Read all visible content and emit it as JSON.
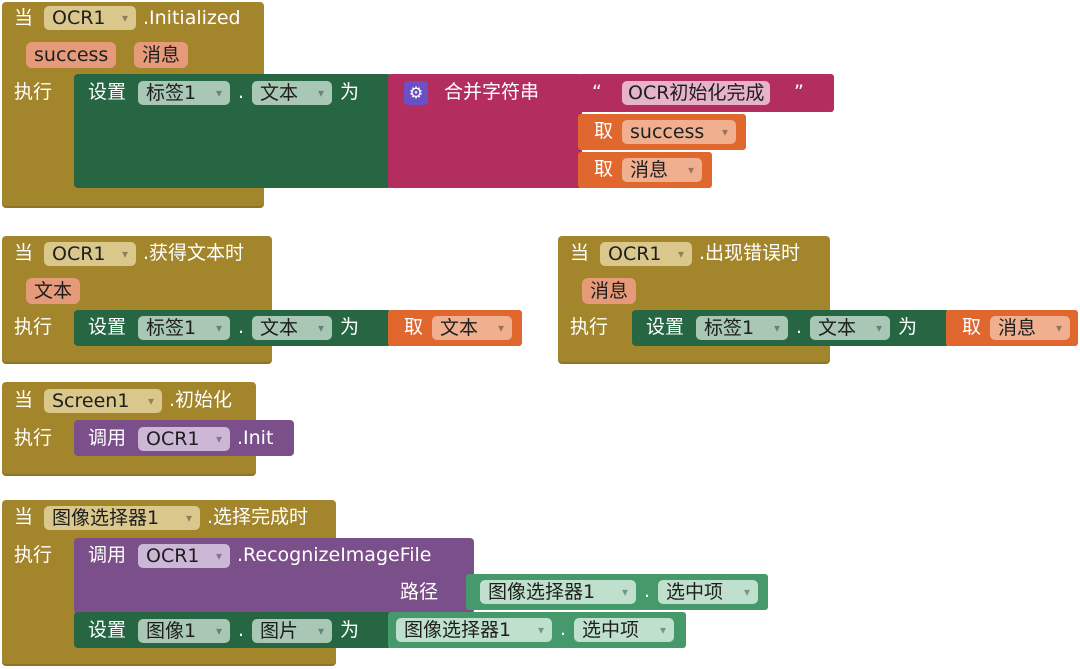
{
  "when_label": "当",
  "do_label": "执行",
  "set_label": "设置",
  "to_label": "为",
  "get_label": "取",
  "call_label": "调用",
  "dot": ".",
  "event1": {
    "component": "OCR1",
    "event": ".Initialized",
    "params": [
      "success",
      "消息"
    ],
    "set_component": "标签1",
    "set_property": "文本",
    "join_label": "合并字符串",
    "string_open_quote": "“",
    "string_close_quote": "”",
    "string_value": "OCR初始化完成",
    "get1": "success",
    "get2": "消息"
  },
  "event2": {
    "component": "OCR1",
    "event": ".获得文本时",
    "param": "文本",
    "set_component": "标签1",
    "set_property": "文本",
    "get": "文本"
  },
  "event3": {
    "component": "OCR1",
    "event": ".出现错误时",
    "param": "消息",
    "set_component": "标签1",
    "set_property": "文本",
    "get": "消息"
  },
  "event4": {
    "component": "Screen1",
    "event": ".初始化",
    "call_component": "OCR1",
    "method": ".Init"
  },
  "event5": {
    "component": "图像选择器1",
    "event": ".选择完成时",
    "call_component": "OCR1",
    "method": ".RecognizeImageFile",
    "path_label": "路径",
    "path_component": "图像选择器1",
    "path_property": "选中项",
    "set_component": "图像1",
    "set_property": "图片",
    "value_component": "图像选择器1",
    "value_property": "选中项"
  },
  "colors": {
    "event": "#a3852c",
    "setter": "#266643",
    "text": "#b32d5e",
    "getter": "#e0672d",
    "procedure": "#7b4f8a",
    "component": "#45996b"
  },
  "icons": {
    "mutator": "gear-icon",
    "dropdown": "chevron-down-icon"
  }
}
